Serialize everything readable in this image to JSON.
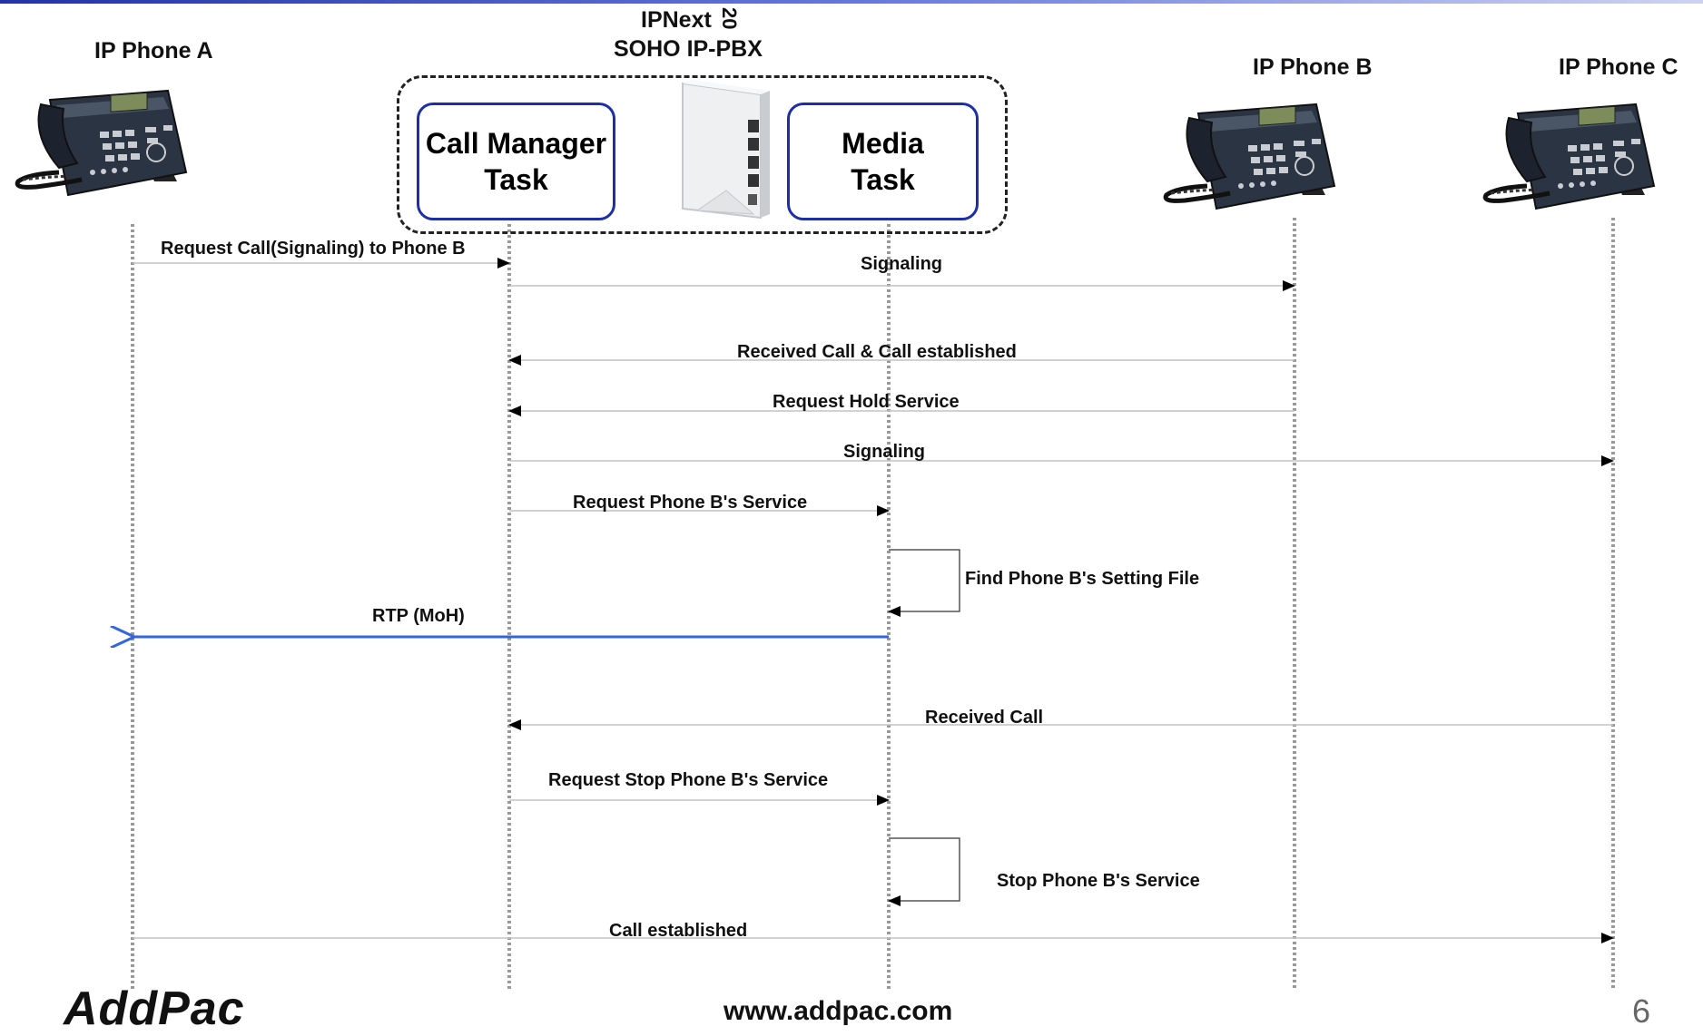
{
  "header": {
    "pbx_name": "IPNext",
    "pbx_model_suffix": "20",
    "pbx_subtitle": "SOHO IP-PBX"
  },
  "participants": {
    "phone_a": "IP Phone A",
    "phone_b": "IP Phone B",
    "phone_c": "IP Phone C",
    "call_manager": "Call Manager Task",
    "call_manager_line1": "Call Manager",
    "call_manager_line2": "Task",
    "media_task_line1": "Media",
    "media_task_line2": "Task"
  },
  "device_brand": "AddPac",
  "messages": {
    "m1": "Request Call(Signaling) to Phone B",
    "m2": "Signaling",
    "m3": "Received Call & Call established",
    "m4": "Request Hold Service",
    "m5": "Signaling",
    "m6": "Request Phone B's Service",
    "m7": "Find Phone B's Setting File",
    "m8": "RTP (MoH)",
    "m9": "Received Call",
    "m10": "Request Stop Phone B's Service",
    "m11": "Stop Phone B's Service",
    "m12": "Call established"
  },
  "footer": {
    "logo": "AddPac",
    "url": "www.addpac.com",
    "page_number": "6"
  },
  "colors": {
    "box_border": "#1d2fa8",
    "rtp_arrow": "#3366dd",
    "lifeline": "#999999"
  }
}
